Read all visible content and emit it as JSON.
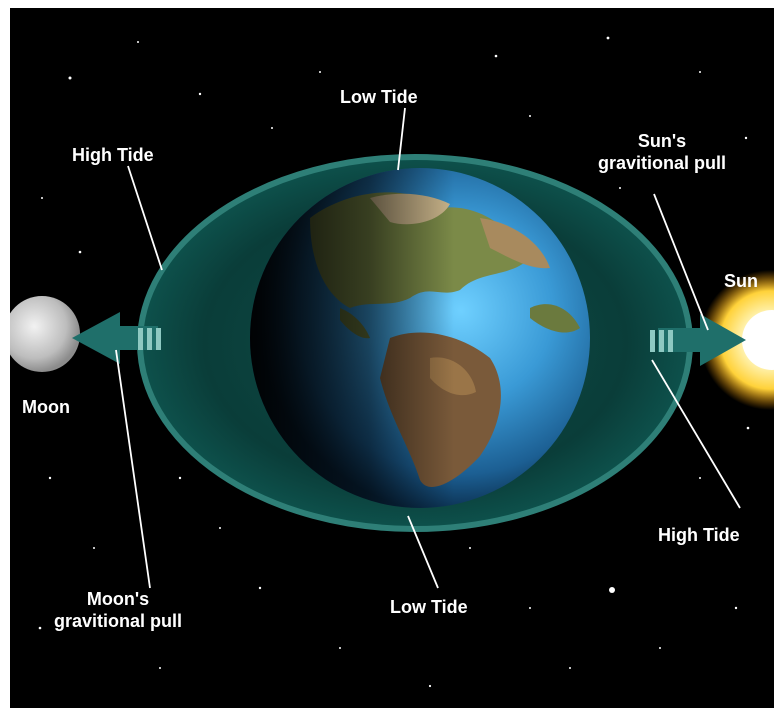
{
  "labels": {
    "low_tide_top": "Low Tide",
    "low_tide_bottom": "Low Tide",
    "high_tide_left": "High Tide",
    "high_tide_right": "High Tide",
    "sun_pull_line1": "Sun's",
    "sun_pull_line2": "gravitional pull",
    "moon_pull_line1": "Moon's",
    "moon_pull_line2": "gravitional pull",
    "sun": "Sun",
    "moon": "Moon"
  },
  "colors": {
    "space": "#000000",
    "tidal_bulge": "#0b3f3b",
    "bulge_outline": "#2e7f77",
    "arrow": "#1f6f6a",
    "ocean": "#3d9fd8",
    "land": "#6b7a3e",
    "sun": "#ffd23a",
    "moon": "#cfcfcf"
  },
  "icons": [
    "moon-icon",
    "sun-icon",
    "earth-icon",
    "left-arrow-icon",
    "right-arrow-icon"
  ]
}
